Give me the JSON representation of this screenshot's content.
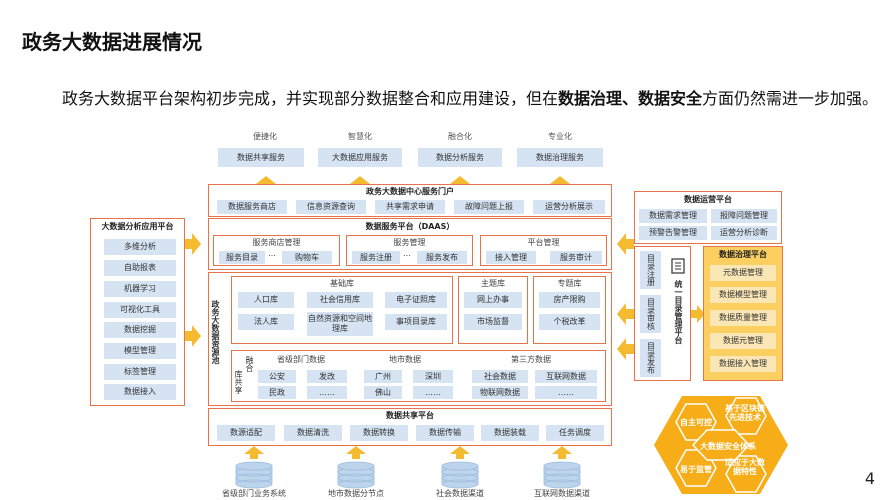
{
  "title": "政务大数据进展情况",
  "intro": {
    "part1": "政务大数据平台架构初步完成，并实现部分数据整合和应用建设，但在",
    "bold1": "数据治理、数据安全",
    "part2": "方面仍然需进一步加强。"
  },
  "top_tags": [
    "便捷化",
    "智慧化",
    "融合化",
    "专业化"
  ],
  "top_services": [
    "数据共享服务",
    "大数据应用服务",
    "数据分析服务",
    "数据治理服务"
  ],
  "portal": {
    "title": "政务大数据中心服务门户",
    "items": [
      "数据服务商店",
      "信息资源查询",
      "共享需求申请",
      "故障问题上报",
      "运营分析展示"
    ]
  },
  "daas": {
    "title": "数据服务平台（DAAS）",
    "groups": [
      {
        "title": "服务商店管理",
        "items": [
          "服务目录",
          "购物车"
        ]
      },
      {
        "title": "服务管理",
        "items": [
          "服务注册",
          "服务发布"
        ]
      },
      {
        "title": "平台管理",
        "items": [
          "接入管理",
          "服务审计"
        ]
      }
    ],
    "ellipsis": "…"
  },
  "analysis": {
    "title": "大数据分析应用平台",
    "items": [
      "多维分析",
      "自助报表",
      "机器学习",
      "可视化工具",
      "数据挖掘",
      "模型管理",
      "标签管理",
      "数据接入"
    ]
  },
  "pool": {
    "side_label": "政务大数据资源池",
    "base": {
      "title": "基础库",
      "items": [
        "人口库",
        "社会信用库",
        "电子证照库",
        "法人库",
        "自然资源和空间地理库",
        "事项目录库"
      ]
    },
    "theme": {
      "title": "主题库",
      "items": [
        "网上办事",
        "市场监督"
      ]
    },
    "topic": {
      "title": "专题库",
      "items": [
        "房产限购",
        "个税改革"
      ]
    },
    "share_label": "库共享",
    "share_label2": "融合",
    "provincial": {
      "title": "省级部门数据",
      "items": [
        "公安",
        "发改",
        "民政",
        "……"
      ]
    },
    "city": {
      "title": "地市数据",
      "items": [
        "广州",
        "深圳",
        "佛山",
        "……"
      ]
    },
    "third": {
      "title": "第三方数据",
      "items": [
        "社会数据",
        "互联网数据",
        "物联网数据",
        "……"
      ]
    }
  },
  "sharing": {
    "title": "数据共享平台",
    "items": [
      "数源适配",
      "数据清洗",
      "数据转换",
      "数据传输",
      "数据装载",
      "任务调度"
    ]
  },
  "sources": [
    "省级部门业务系统",
    "地市数据分节点",
    "社会数据渠道",
    "互联网数据渠道"
  ],
  "ops": {
    "title": "数据运营平台",
    "items": [
      "数据需求管理",
      "报障问题管理",
      "预警告警管理",
      "运营分析诊断"
    ]
  },
  "catalog": {
    "items": [
      "目录注册",
      "目录审核",
      "目录发布"
    ],
    "title": "统一目录管理平台"
  },
  "governance": {
    "title": "数据治理平台",
    "items": [
      "元数据管理",
      "数据模型管理",
      "数据质量管理",
      "数据元管理",
      "数据接入管理"
    ]
  },
  "security": {
    "center": "大数据安全体系",
    "parts": [
      "自主可控",
      "基于区块链先进技术",
      "易于监管",
      "适应于大数据特性"
    ]
  },
  "page_number": "4",
  "colors": {
    "frame": "#e8734a",
    "chip": "#d5e3f3",
    "arrow": "#f5bb30",
    "governance_bg": "#fbd060",
    "security": "#f6ad17",
    "cylinder": "#bcd4ec"
  }
}
